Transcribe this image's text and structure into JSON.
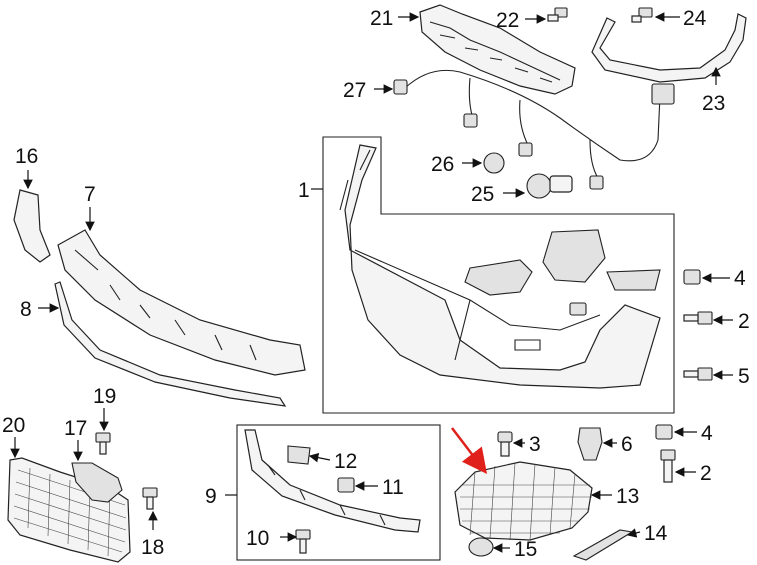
{
  "diagram": {
    "callouts": [
      {
        "id": "c1",
        "label": "1"
      },
      {
        "id": "c2a",
        "label": "2"
      },
      {
        "id": "c2b",
        "label": "2"
      },
      {
        "id": "c3",
        "label": "3"
      },
      {
        "id": "c4a",
        "label": "4"
      },
      {
        "id": "c4b",
        "label": "4"
      },
      {
        "id": "c5",
        "label": "5"
      },
      {
        "id": "c6",
        "label": "6"
      },
      {
        "id": "c7",
        "label": "7"
      },
      {
        "id": "c8",
        "label": "8"
      },
      {
        "id": "c9",
        "label": "9"
      },
      {
        "id": "c10",
        "label": "10"
      },
      {
        "id": "c11",
        "label": "11"
      },
      {
        "id": "c12",
        "label": "12"
      },
      {
        "id": "c13",
        "label": "13"
      },
      {
        "id": "c14",
        "label": "14"
      },
      {
        "id": "c15",
        "label": "15"
      },
      {
        "id": "c16",
        "label": "16"
      },
      {
        "id": "c17",
        "label": "17"
      },
      {
        "id": "c18",
        "label": "18"
      },
      {
        "id": "c19",
        "label": "19"
      },
      {
        "id": "c20",
        "label": "20"
      },
      {
        "id": "c21",
        "label": "21"
      },
      {
        "id": "c22",
        "label": "22"
      },
      {
        "id": "c23",
        "label": "23"
      },
      {
        "id": "c24",
        "label": "24"
      },
      {
        "id": "c25",
        "label": "25"
      },
      {
        "id": "c26",
        "label": "26"
      },
      {
        "id": "c27",
        "label": "27"
      }
    ],
    "highlight_color": "#e0201b",
    "line_color": "#222222"
  }
}
